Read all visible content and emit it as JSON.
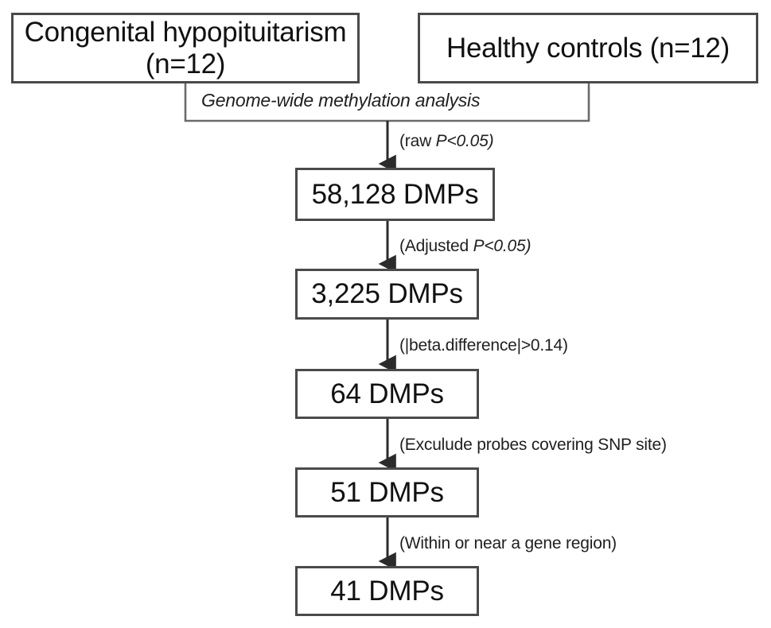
{
  "figure": {
    "type": "flowchart",
    "orientation": "top-down",
    "description": "Study selection flow of differentially methylated positions (DMPs)"
  },
  "cohorts": [
    {
      "id": "congenital-hypopituitarism",
      "label": "Congenital hypopituitarism\n(n=12)",
      "n": 12
    },
    {
      "id": "healthy-controls",
      "label": "Healthy controls (n=12)",
      "n": 12
    }
  ],
  "merge": {
    "label": "Genome-wide methylation analysis",
    "style": "italic"
  },
  "steps": [
    {
      "id": "step-58128",
      "box_label": "58,128 DMPs",
      "count": 58128,
      "incoming_label": "(raw P<0.05)",
      "incoming_label_plain": "(raw ",
      "incoming_label_italic": "P<0.05)"
    },
    {
      "id": "step-3225",
      "box_label": "3,225 DMPs",
      "count": 3225,
      "incoming_label": "(Adjusted P<0.05)",
      "incoming_label_plain": "(Adjusted ",
      "incoming_label_italic": "P<0.05)"
    },
    {
      "id": "step-64",
      "box_label": "64 DMPs",
      "count": 64,
      "incoming_label": "(|beta.difference|>0.14)",
      "incoming_label_plain": "(|beta.difference|>0.14)",
      "incoming_label_italic": ""
    },
    {
      "id": "step-51",
      "box_label": "51 DMPs",
      "count": 51,
      "incoming_label": "(Exculude probes covering SNP site)",
      "incoming_label_plain": "(Exculude probes covering SNP site)",
      "incoming_label_italic": ""
    },
    {
      "id": "step-41",
      "box_label": "41 DMPs",
      "count": 41,
      "incoming_label": "(Within or near a gene region)",
      "incoming_label_plain": "(Within or near a gene region)",
      "incoming_label_italic": ""
    }
  ],
  "colors": {
    "box_border": "#4a4a4a",
    "connector": "#2b2b2b",
    "text": "#111111",
    "background": "#ffffff"
  }
}
